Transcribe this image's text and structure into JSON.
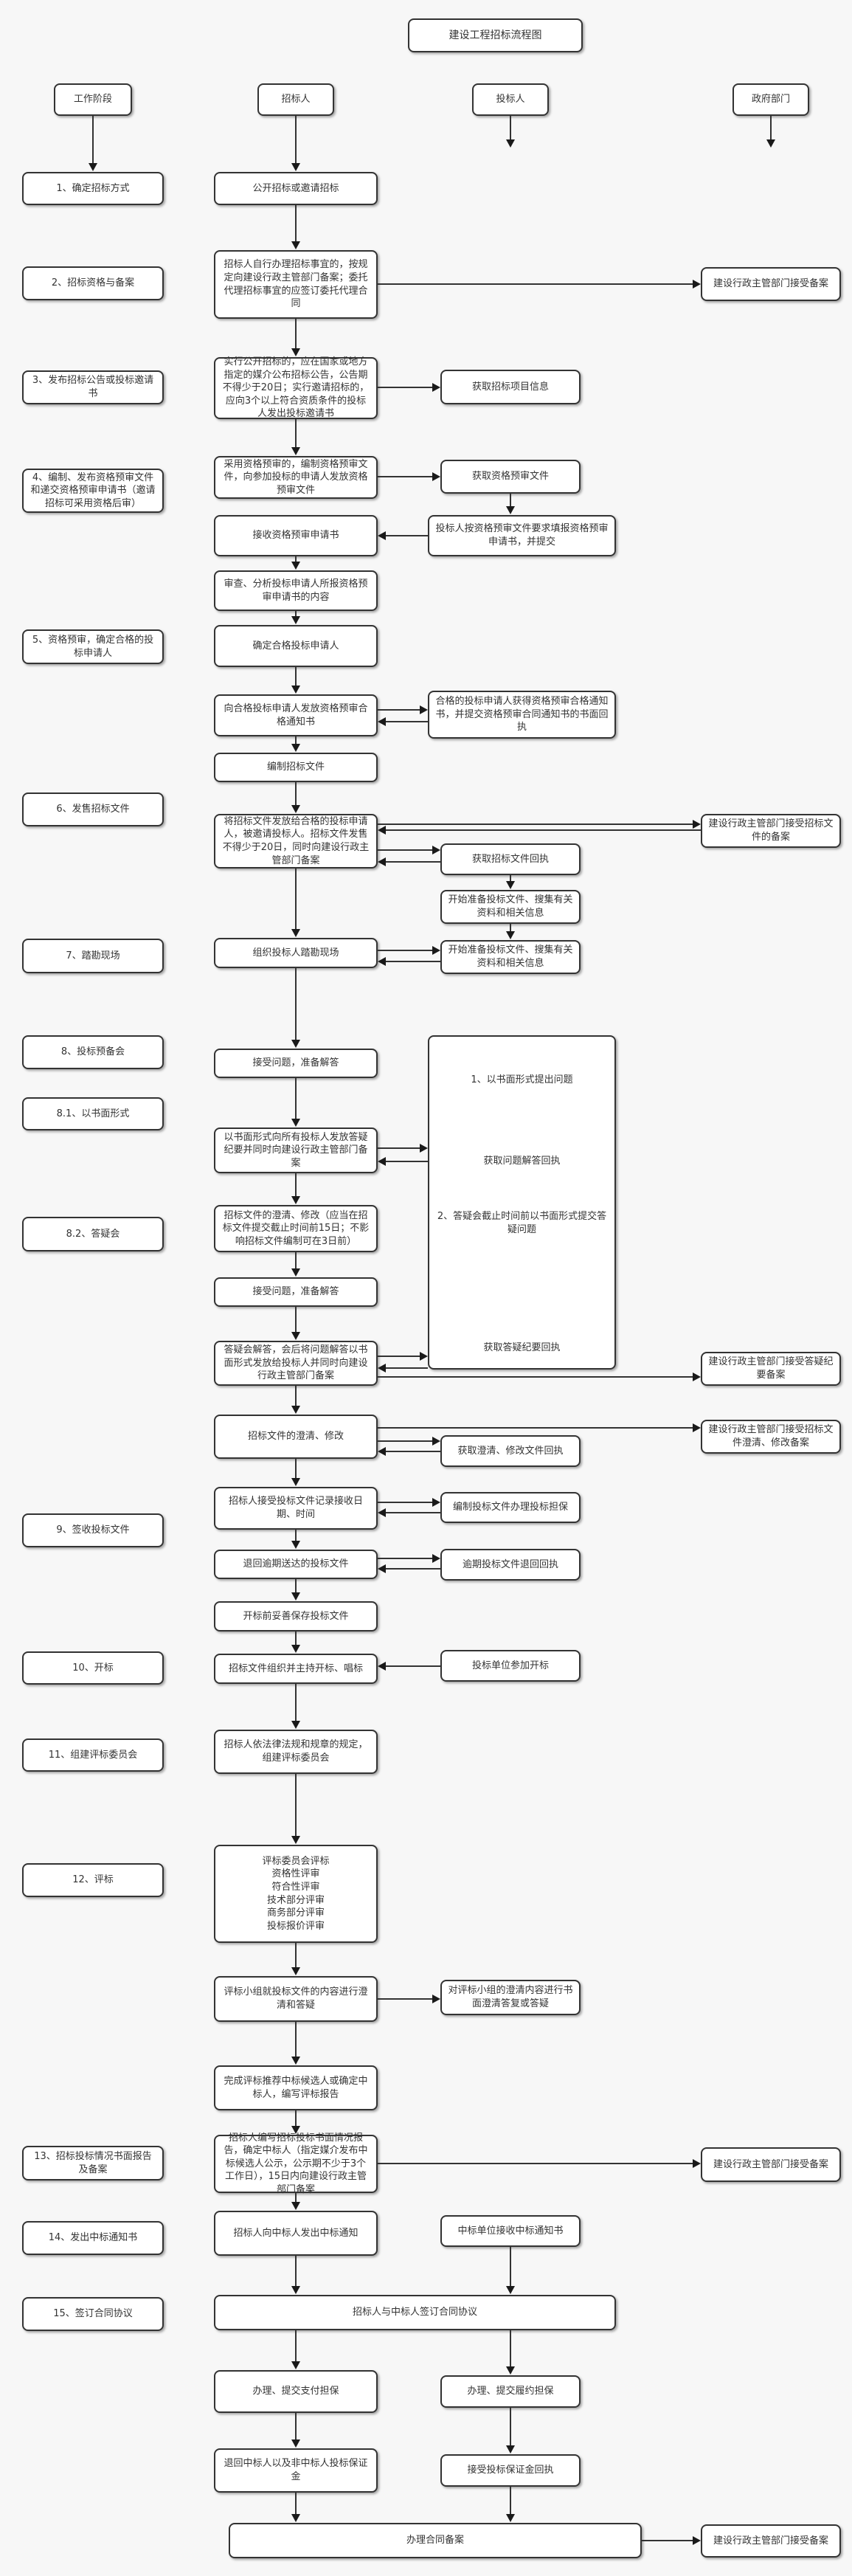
{
  "title": "建设工程招标流程图",
  "headers": {
    "stage": "工作阶段",
    "tenderer": "招标人",
    "bidder": "投标人",
    "government": "政府部门"
  },
  "nodes": [
    {
      "id": "s1",
      "label": "1、确定招标方式"
    },
    {
      "id": "s2",
      "label": "2、招标资格与备案"
    },
    {
      "id": "s3",
      "label": "3、发布招标公告或投标邀请书"
    },
    {
      "id": "s4",
      "label": "4、编制、发布资格预审文件和递交资格预审申请书（邀请招标可采用资格后审）"
    },
    {
      "id": "s5",
      "label": "5、资格预审，确定合格的投标申请人"
    },
    {
      "id": "s6",
      "label": "6、发售招标文件"
    },
    {
      "id": "s7",
      "label": "7、踏勘现场"
    },
    {
      "id": "s8",
      "label": "8、投标预备会"
    },
    {
      "id": "s8_1",
      "label": "8.1、以书面形式"
    },
    {
      "id": "s8_2",
      "label": "8.2、答疑会"
    },
    {
      "id": "s9",
      "label": "9、签收投标文件"
    },
    {
      "id": "s10",
      "label": "10、开标"
    },
    {
      "id": "s11",
      "label": "11、组建评标委员会"
    },
    {
      "id": "s12",
      "label": "12、评标"
    },
    {
      "id": "s13",
      "label": "13、招标投标情况书面报告及备案"
    },
    {
      "id": "s14",
      "label": "14、发出中标通知书"
    },
    {
      "id": "s15",
      "label": "15、签订合同协议"
    },
    {
      "id": "t1",
      "label": "公开招标或邀请招标"
    },
    {
      "id": "t2",
      "label": "招标人自行办理招标事宜的，按规定向建设行政主管部门备案；委托代理招标事宜的应签订委托代理合同"
    },
    {
      "id": "t3",
      "label": "实行公开招标的，应在国家或地方指定的媒介公布招标公告，公告期不得少于20日；实行邀请招标的，应向3个以上符合资质条件的投标人发出投标邀请书"
    },
    {
      "id": "t4",
      "label": "采用资格预审的，编制资格预审文件，向参加投标的申请人发放资格预审文件"
    },
    {
      "id": "t5",
      "label": "接收资格预审申请书"
    },
    {
      "id": "t6",
      "label": "审查、分析投标申请人所报资格预审申请书的内容"
    },
    {
      "id": "t7",
      "label": "确定合格投标申请人"
    },
    {
      "id": "t8",
      "label": "向合格投标申请人发放资格预审合格通知书"
    },
    {
      "id": "t9",
      "label": "编制招标文件"
    },
    {
      "id": "t10",
      "label": "将招标文件发放给合格的投标申请人，被邀请投标人。招标文件发售不得少于20日，同时向建设行政主管部门备案"
    },
    {
      "id": "t11",
      "label": "组织投标人踏勘现场"
    },
    {
      "id": "t12",
      "label": "接受问题，准备解答"
    },
    {
      "id": "t13",
      "label": "以书面形式向所有投标人发放答疑纪要并同时向建设行政主管部门备案"
    },
    {
      "id": "t14",
      "label": "招标文件的澄清、修改（应当在招标文件提交截止时间前15日；不影响招标文件编制可在3日前）"
    },
    {
      "id": "t15",
      "label": "接受问题，准备解答"
    },
    {
      "id": "t16",
      "label": "答疑会解答，会后将问题解答以书面形式发放给投标人并同时向建设行政主管部门备案"
    },
    {
      "id": "t17",
      "label": "招标文件的澄清、修改"
    },
    {
      "id": "t18",
      "label": "招标人接受投标文件记录接收日期、时间"
    },
    {
      "id": "t19",
      "label": "退回逾期送达的投标文件"
    },
    {
      "id": "t20",
      "label": "开标前妥善保存投标文件"
    },
    {
      "id": "t21",
      "label": "招标文件组织并主持开标、唱标"
    },
    {
      "id": "t22",
      "label": "招标人依法律法规和规章的规定，组建评标委员会"
    },
    {
      "id": "t23",
      "label": "评标委员会评标\n资格性评审\n符合性评审\n技术部分评审\n商务部分评审\n投标报价评审"
    },
    {
      "id": "t24",
      "label": "评标小组就投标文件的内容进行澄清和答疑"
    },
    {
      "id": "t25",
      "label": "完成评标推荐中标候选人或确定中标人，编写评标报告"
    },
    {
      "id": "t26",
      "label": "招标人编写招标投标书面情况报告，确定中标人（指定媒介发布中标候选人公示，公示期不少于3个工作日），15日内向建设行政主管部门备案"
    },
    {
      "id": "t27",
      "label": "招标人向中标人发出中标通知"
    },
    {
      "id": "t28",
      "label": "招标人与中标人签订合同协议"
    },
    {
      "id": "t29",
      "label": "办理、提交支付担保"
    },
    {
      "id": "t30",
      "label": "退回中标人以及非中标人投标保证金"
    },
    {
      "id": "t31",
      "label": "办理合同备案"
    },
    {
      "id": "b1",
      "label": "获取招标项目信息"
    },
    {
      "id": "b2",
      "label": "获取资格预审文件"
    },
    {
      "id": "b3",
      "label": "投标人按资格预审文件要求填报资格预审申请书，并提交"
    },
    {
      "id": "b4",
      "label": "合格的投标申请人获得资格预审合格通知书，并提交资格预审合同通知书的书面回执"
    },
    {
      "id": "b5",
      "label": "获取招标文件回执"
    },
    {
      "id": "b6",
      "label": "开始准备投标文件、搜集有关资料和相关信息"
    },
    {
      "id": "b7",
      "label": "开始准备投标文件、搜集有关资料和相关信息"
    },
    {
      "id": "b8",
      "label": "获取澄清、修改文件回执"
    },
    {
      "id": "b9",
      "label": "编制投标文件办理投标担保"
    },
    {
      "id": "b10",
      "label": "逾期投标文件退回回执"
    },
    {
      "id": "b11",
      "label": "投标单位参加开标"
    },
    {
      "id": "b12",
      "label": "对评标小组的澄清内容进行书面澄清答复或答疑"
    },
    {
      "id": "b13",
      "label": "中标单位接收中标通知书"
    },
    {
      "id": "b14",
      "label": "办理、提交履约担保"
    },
    {
      "id": "b15",
      "label": "接受投标保证金回执"
    },
    {
      "id": "g1",
      "label": "建设行政主管部门接受备案"
    },
    {
      "id": "g2",
      "label": "建设行政主管部门接受招标文件的备案"
    },
    {
      "id": "g3",
      "label": "建设行政主管部门接受答疑纪要备案"
    },
    {
      "id": "g4",
      "label": "建设行政主管部门接受招标文件澄清、修改备案"
    },
    {
      "id": "g5",
      "label": "建设行政主管部门接受备案"
    },
    {
      "id": "g6",
      "label": "建设行政主管部门接受备案"
    }
  ],
  "qa_panel": [
    "1、以书面形式提出问题",
    "获取问题解答回执",
    "2、答疑会截止时间前以书面形式提交答疑问题",
    "获取答疑纪要回执"
  ]
}
